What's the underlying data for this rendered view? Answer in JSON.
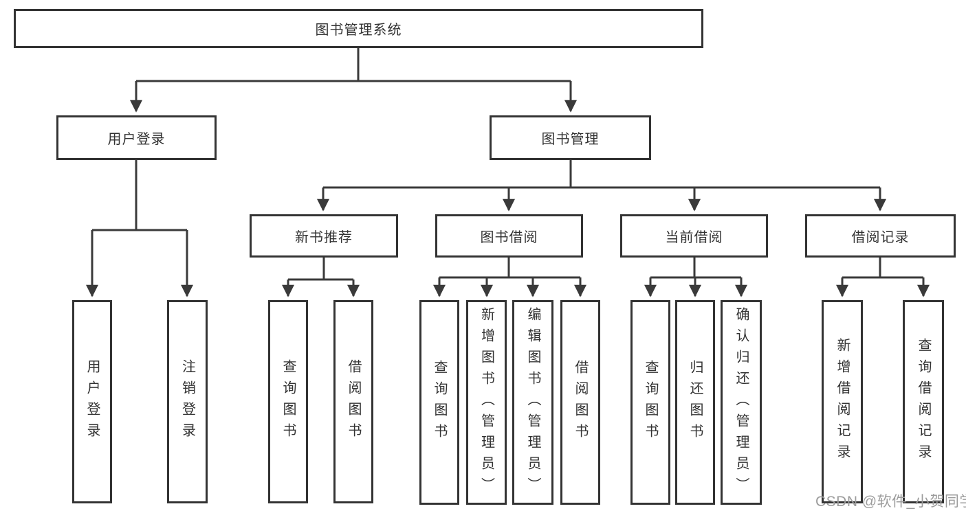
{
  "tree": {
    "label": "图书管理系统",
    "children": [
      {
        "label": "用户登录",
        "children": [
          {
            "label": "用户登录"
          },
          {
            "label": "注销登录"
          }
        ]
      },
      {
        "label": "图书管理",
        "children": [
          {
            "label": "新书推荐",
            "children": [
              {
                "label": "查询图书"
              },
              {
                "label": "借阅图书"
              }
            ]
          },
          {
            "label": "图书借阅",
            "children": [
              {
                "label": "查询图书"
              },
              {
                "label": "新增图书（管理员）"
              },
              {
                "label": "编辑图书（管理员）"
              },
              {
                "label": "借阅图书"
              }
            ]
          },
          {
            "label": "当前借阅",
            "children": [
              {
                "label": "查询图书"
              },
              {
                "label": "归还图书"
              },
              {
                "label": "确认归还（管理员）"
              }
            ]
          },
          {
            "label": "借阅记录",
            "children": [
              {
                "label": "新增借阅记录"
              },
              {
                "label": "查询借阅记录"
              }
            ]
          }
        ]
      }
    ]
  },
  "watermark": "CSDN @软件_小贺同学",
  "colors": {
    "line": "#3a3a3a",
    "border": "#333333",
    "text": "#333333",
    "watermark": "#9c9c9c",
    "background": "#ffffff"
  }
}
